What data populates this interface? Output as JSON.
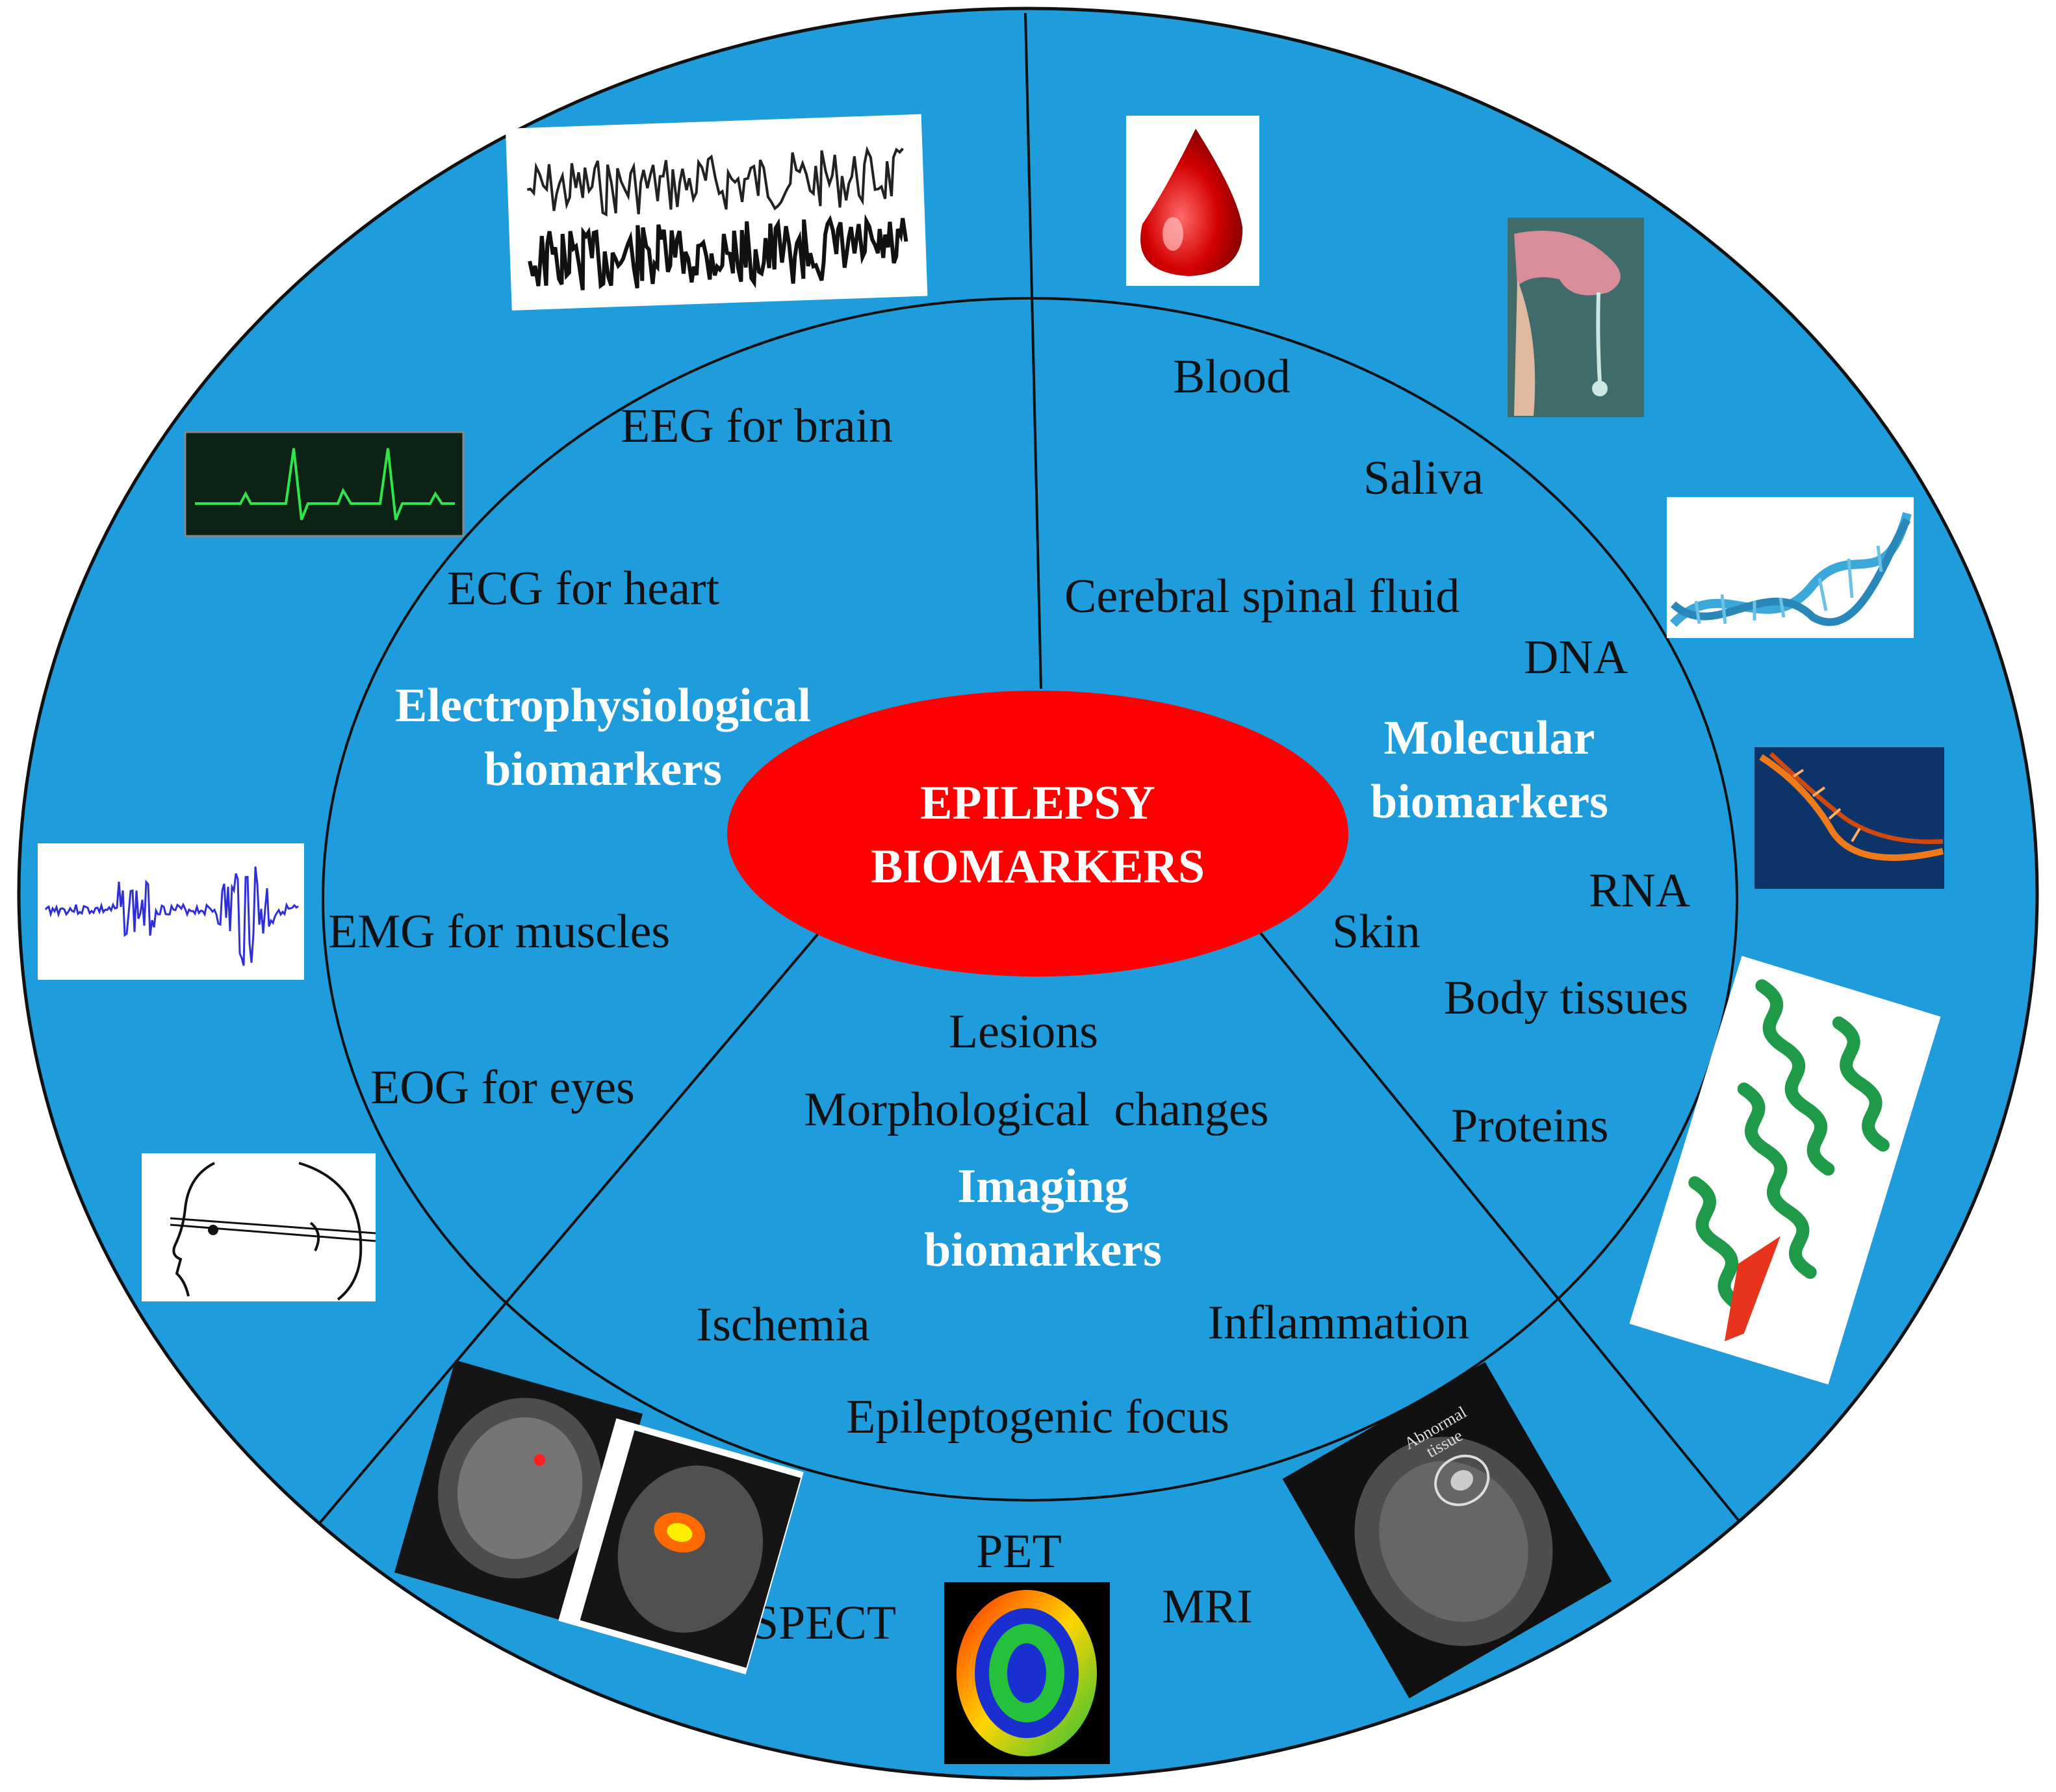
{
  "colors": {
    "disk": "#1f9cdc",
    "hub": "#ff0000",
    "outline": "#111111",
    "photo_white": "#ffffff",
    "ecg_screen": "#0c2214",
    "ecg_trace": "#2ee64a",
    "emg_trace": "#2f2fd8",
    "blood": "#d40000",
    "dna_blue": "#3aa8d8",
    "rna_bg": "#0d3468",
    "rna_strand": "#f07a1a",
    "protein_green": "#1e9a48",
    "protein_red": "#e8341c",
    "scan_dark": "#151515"
  },
  "hub": {
    "line1": "EPILEPSY",
    "line2": "BIOMARKERS"
  },
  "electrophysiological": {
    "title_line1": "Electrophysiological",
    "title_line2": "biomarkers",
    "items": [
      "EEG for brain",
      "ECG for heart",
      "EMG for muscles",
      "EOG for eyes"
    ]
  },
  "molecular": {
    "title_line1": "Molecular",
    "title_line2": "biomarkers",
    "items": [
      "Blood",
      "Saliva",
      "Cerebral spinal fluid",
      "DNA",
      "RNA",
      "Skin",
      "Body tissues",
      "Proteins"
    ]
  },
  "imaging": {
    "title_line1": "Imaging",
    "title_line2": "biomarkers",
    "items": [
      "Lesions",
      "Morphological  changes",
      "Ischemia",
      "Inflammation",
      "Epileptogenic focus"
    ],
    "modalities": [
      "PET",
      "SPECT",
      "MRI"
    ]
  },
  "icons": [
    "eeg-trace-icon",
    "ecg-monitor-icon",
    "emg-trace-icon",
    "eog-head-icon",
    "blood-drop-icon",
    "saliva-icon",
    "dna-helix-icon",
    "rna-strand-icon",
    "protein-ribbon-icon",
    "spect-scan-icon",
    "pet-scan-icon",
    "mri-scan-icon"
  ],
  "mri_annotation": {
    "line1": "Abnormal",
    "line2": "tissue"
  }
}
